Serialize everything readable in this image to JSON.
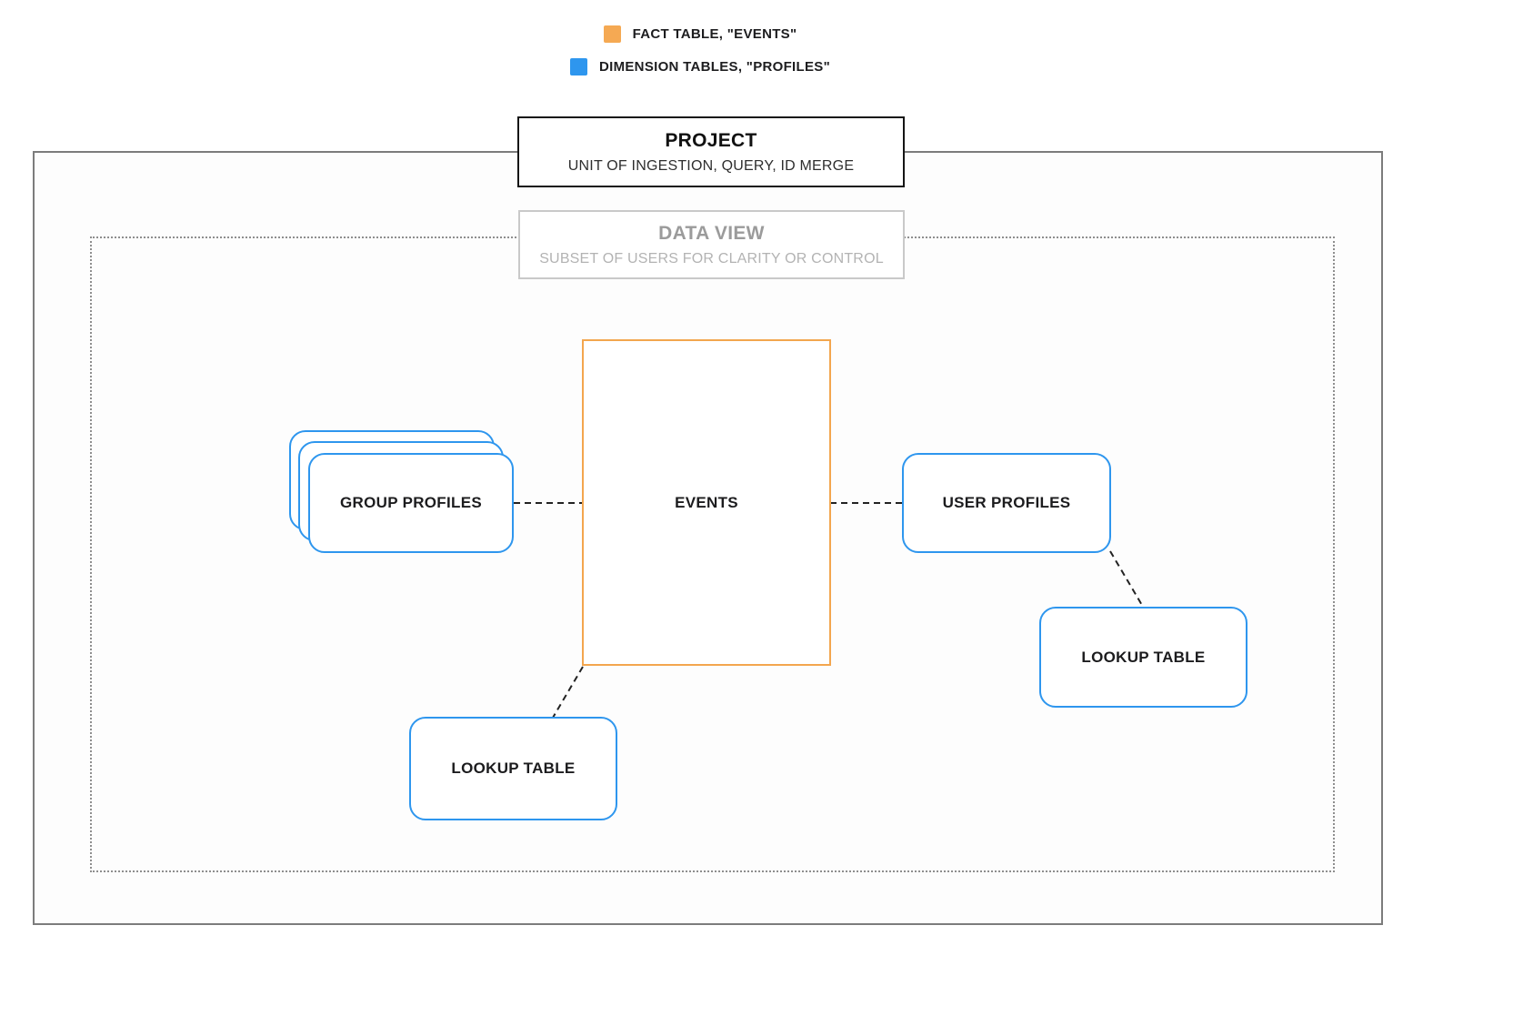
{
  "legend": {
    "items": [
      {
        "id": "fact",
        "label": "FACT TABLE, \"EVENTS\"",
        "color": "#F5A953"
      },
      {
        "id": "dimension",
        "label": "DIMENSION TABLES, \"PROFILES\"",
        "color": "#2E96EE"
      }
    ]
  },
  "project_box": {
    "title": "PROJECT",
    "subtitle": "UNIT OF INGESTION, QUERY, ID MERGE"
  },
  "data_view_box": {
    "title": "DATA VIEW",
    "subtitle": "SUBSET OF USERS FOR CLARITY OR CONTROL"
  },
  "nodes": {
    "events": {
      "label": "EVENTS",
      "type": "fact"
    },
    "group_profiles": {
      "label": "GROUP PROFILES",
      "type": "dimension"
    },
    "user_profiles": {
      "label": "USER PROFILES",
      "type": "dimension"
    },
    "lookup_table_right": {
      "label": "LOOKUP TABLE",
      "type": "dimension"
    },
    "lookup_table_bottom": {
      "label": "LOOKUP TABLE",
      "type": "dimension"
    }
  },
  "colors": {
    "fact_orange": "#F5A953",
    "dimension_blue": "#2E96EE",
    "muted_gray": "#9B9B9B",
    "connector_black": "#222222"
  }
}
